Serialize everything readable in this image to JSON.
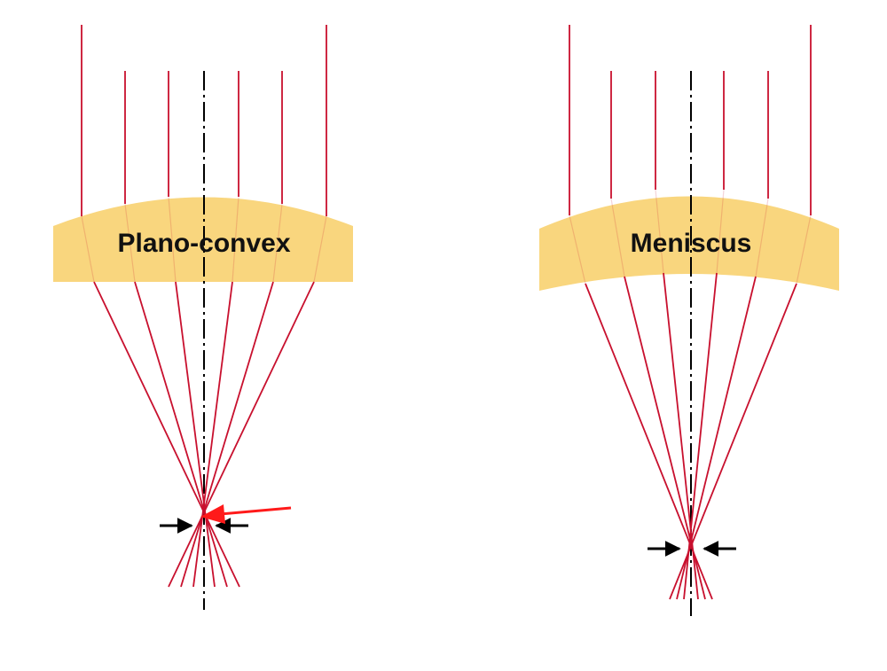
{
  "colors": {
    "background": "#ffffff",
    "lens_fill": "#f9d67e",
    "ray": "#c8102e",
    "optical_axis": "#000000",
    "dimension_arrow": "#000000",
    "highlight_arrow": "#ff1a1a"
  },
  "panels": [
    {
      "id": "plano-convex",
      "label": "Plano-convex",
      "lens_shape": "plano-convex",
      "focus_spread": "wide"
    },
    {
      "id": "meniscus",
      "label": "Meniscus",
      "lens_shape": "meniscus",
      "focus_spread": "tight"
    }
  ],
  "icons": {
    "dimension_arrow": "arrow-right-icon / arrow-left-icon",
    "pointer": "red-arrow-icon"
  }
}
